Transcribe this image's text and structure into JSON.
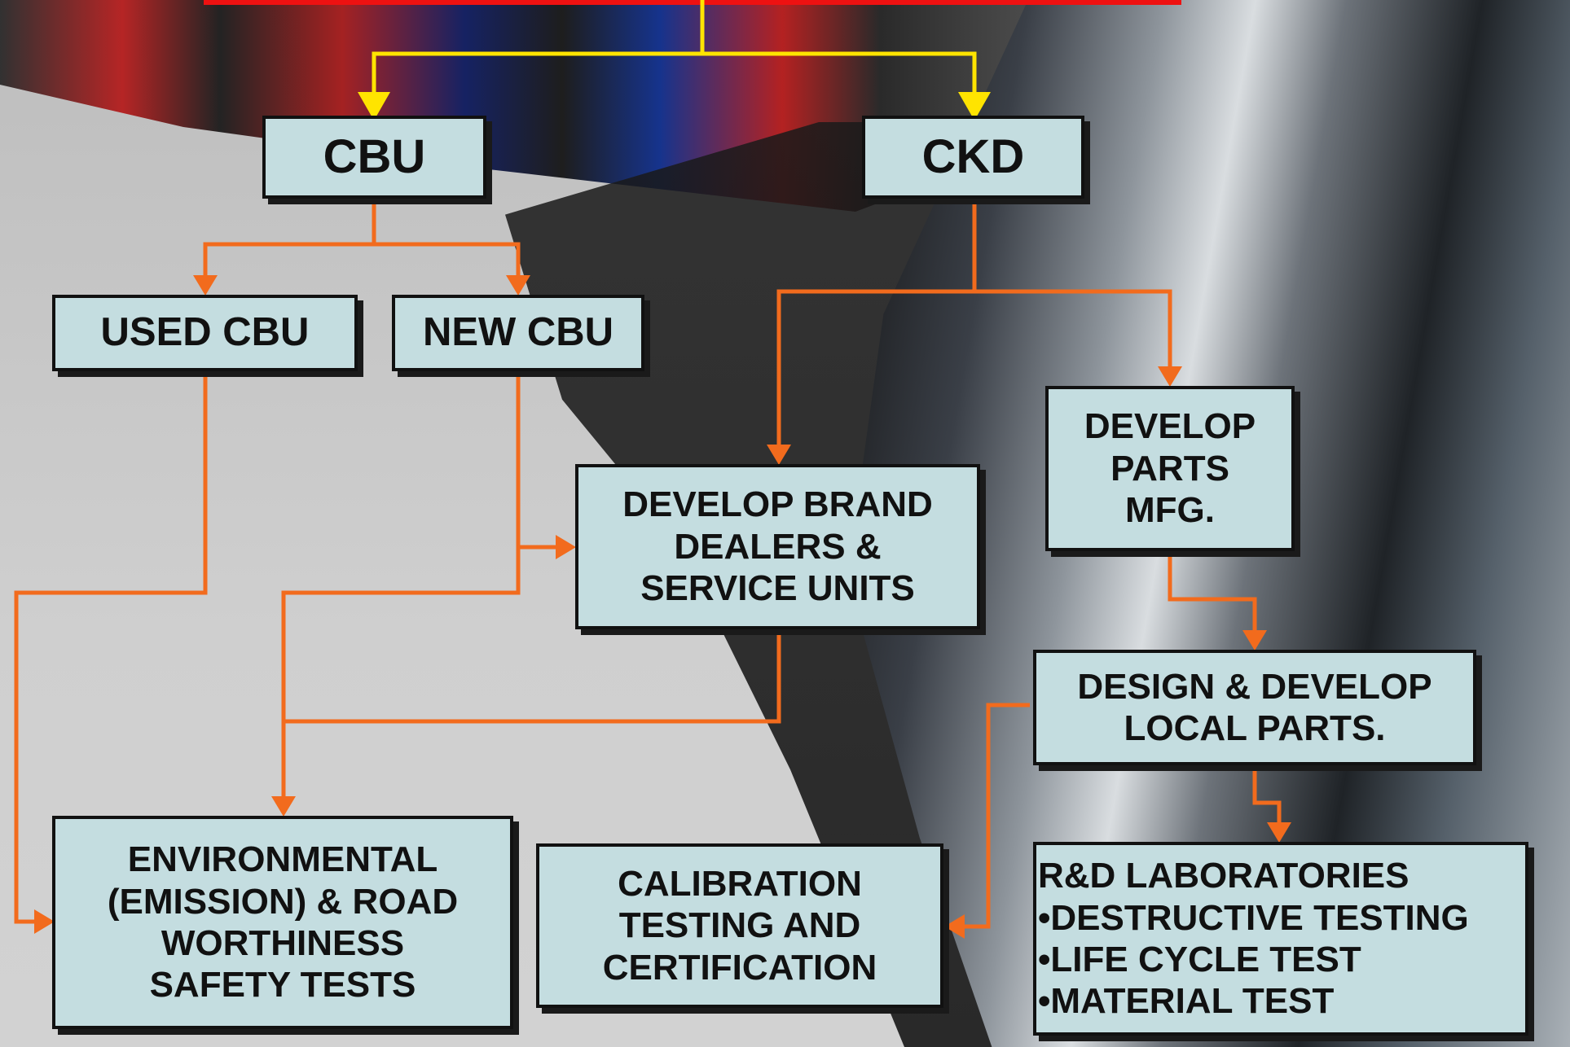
{
  "colors": {
    "box_fill": "#c4dde0",
    "top_connector": "#ffe400",
    "connector": "#f26b1d",
    "header_bar": "#e11a1a"
  },
  "nodes": {
    "cbu": "CBU",
    "ckd": "CKD",
    "used_cbu": "USED CBU",
    "new_cbu": "NEW CBU",
    "develop_brand": "DEVELOP BRAND\nDEALERS &\nSERVICE UNITS",
    "develop_parts": "DEVELOP\nPARTS\nMFG.",
    "design_local": "DESIGN & DEVELOP\nLOCAL PARTS.",
    "environmental": "ENVIRONMENTAL\n(EMISSION) & ROAD\nWORTHINESS\nSAFETY TESTS",
    "calibration": "CALIBRATION\nTESTING AND\nCERTIFICATION",
    "rd_labs": "R&D LABORATORIES\n•DESTRUCTIVE TESTING\n•LIFE CYCLE TEST\n•MATERIAL TEST"
  },
  "edges": [
    {
      "from": "header",
      "to": "cbu",
      "color": "top_connector"
    },
    {
      "from": "header",
      "to": "ckd",
      "color": "top_connector"
    },
    {
      "from": "cbu",
      "to": "used_cbu"
    },
    {
      "from": "cbu",
      "to": "new_cbu"
    },
    {
      "from": "ckd",
      "to": "develop_brand"
    },
    {
      "from": "ckd",
      "to": "develop_parts"
    },
    {
      "from": "new_cbu",
      "to": "develop_brand"
    },
    {
      "from": "used_cbu",
      "to": "environmental"
    },
    {
      "from": "new_cbu",
      "to": "environmental"
    },
    {
      "from": "develop_brand",
      "to": "environmental"
    },
    {
      "from": "develop_parts",
      "to": "design_local"
    },
    {
      "from": "design_local",
      "to": "calibration"
    },
    {
      "from": "design_local",
      "to": "rd_labs"
    }
  ]
}
